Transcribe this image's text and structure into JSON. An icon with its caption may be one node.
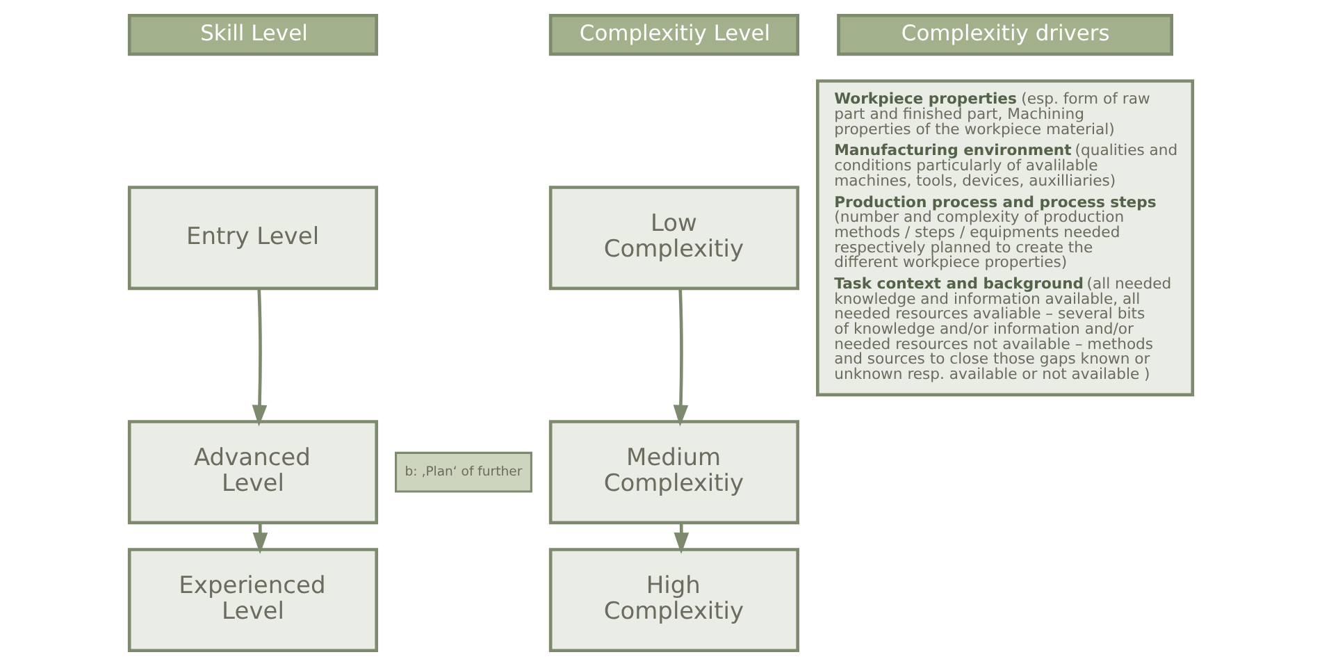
{
  "diagram": {
    "nodes": [
      {
        "text": [
          "Skill Level"
        ]
      },
      {
        "text": [
          "Complexitiy Level"
        ]
      },
      {
        "text": [
          "Complexitiy drivers"
        ]
      },
      {
        "text": [
          "Entry Level"
        ]
      },
      {
        "text": [
          "Low Complexitiy"
        ]
      },
      {
        "text": [
          "**Workpiece properties** (esp. form of raw part and finished part, Machining properties of the workpiece material)",
          "**Manufacturing environment** (qualities and conditions particularly of avalilable machines, tools, devices, auxilliaries)",
          "**Production process and process steps** (number and complexity of production methods / steps / equipments needed respectively planned to create the different workpiece properties)",
          "**Task context and background** (all needed knowledge and information available, all needed resources avaliable – several bits of knowledge and/or information and/or needed resources not available – methods and sources to close those gaps known or unknown resp. available or not available )"
        ]
      },
      {
        "text": [
          "Advanced Level"
        ]
      },
      {
        "text": [
          "Medium Complexitiy"
        ]
      },
      {
        "text": [
          "Experienced Level"
        ]
      },
      {
        "text": [
          "High Complexitiy"
        ]
      }
    ],
    "edges": [
      {
        "from": 3,
        "to": 6,
        "arrow": "to"
      },
      {
        "from": 6,
        "to": 8,
        "arrow": "to"
      },
      {
        "from": 4,
        "to": 7,
        "arrow": "to"
      },
      {
        "from": 7,
        "to": 9,
        "arrow": "to"
      }
    ],
    "labels": [
      "b: ‚Plan‘ of further"
    ]
  }
}
